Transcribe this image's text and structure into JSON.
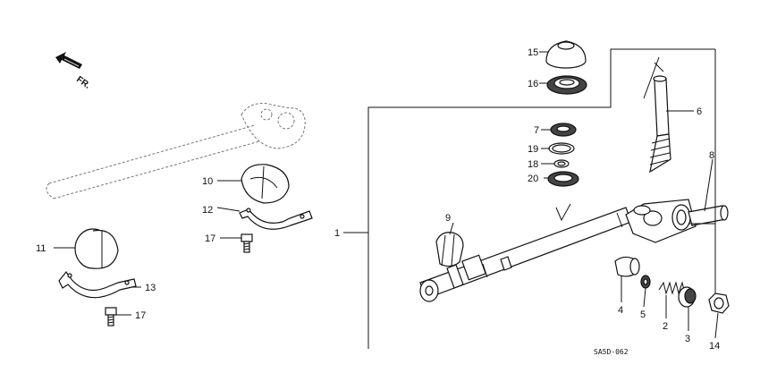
{
  "direction": {
    "label": "FR.",
    "icon": "front-direction-arrow-icon"
  },
  "diagram_code": "SA5D-062",
  "labels": {
    "p1": "1",
    "p2": "2",
    "p3": "3",
    "p4": "4",
    "p5": "5",
    "p6": "6",
    "p7": "7",
    "p8": "8",
    "p9": "9",
    "p10": "10",
    "p11": "11",
    "p12": "12",
    "p13": "13",
    "p14": "14",
    "p15": "15",
    "p16": "16",
    "p17a": "17",
    "p17b": "17",
    "p18": "18",
    "p19": "19",
    "p20": "20"
  }
}
